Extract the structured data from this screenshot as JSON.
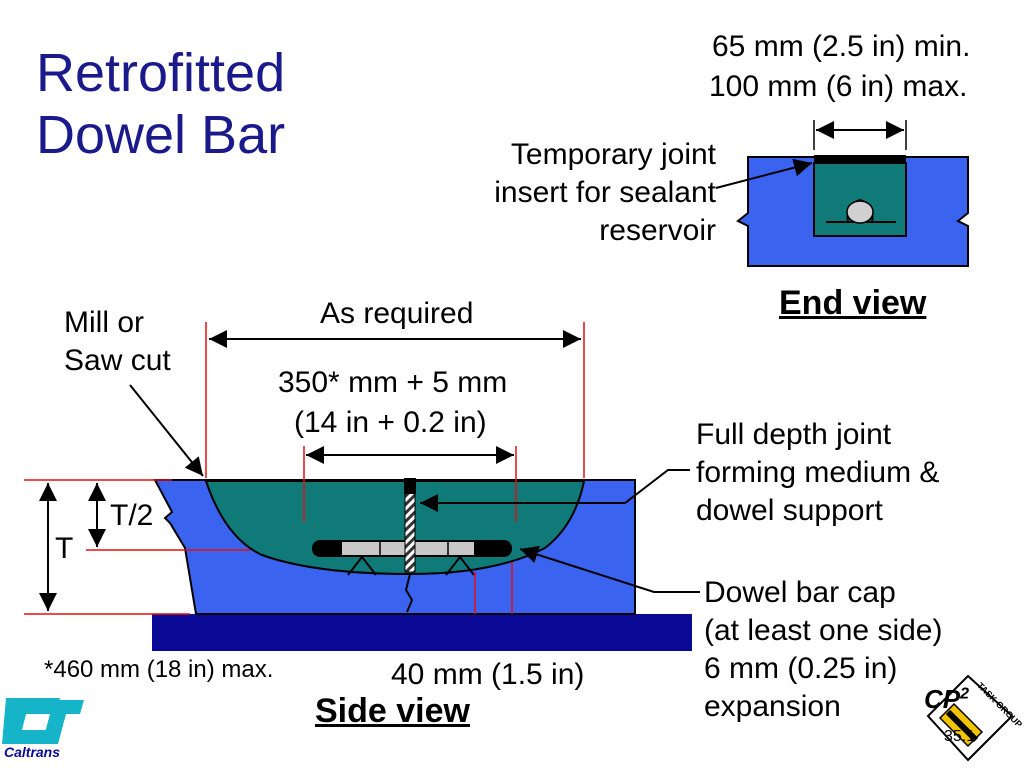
{
  "title": {
    "line1": "Retrofitted",
    "line2": "Dowel Bar"
  },
  "end_view": {
    "width_min": "65 mm (2.5 in) min.",
    "width_max": "100 mm (6 in) max.",
    "insert_label": [
      "Temporary joint",
      "insert for sealant",
      "reservoir"
    ],
    "caption": "End view"
  },
  "side_view": {
    "cut_label": [
      "Mill or",
      "Saw cut"
    ],
    "as_required": "As required",
    "dowel_length_si": "350* mm + 5 mm",
    "dowel_length_us": "(14 in +  0.2 in)",
    "medium_label": [
      "Full depth joint",
      "forming medium &",
      "dowel support"
    ],
    "half_thickness": "T/2",
    "thickness": "T",
    "cap_label": [
      "Dowel bar cap",
      "(at least one side)",
      "6 mm (0.25 in)",
      "expansion"
    ],
    "footnote": "*460 mm (18 in) max.",
    "cover": "40 mm (1.5 in)",
    "caption": "Side view"
  },
  "logos": {
    "left": "Caltrans",
    "right_main": "CP",
    "right_sup": "2",
    "right_tag": "TASK GROUP"
  },
  "page_number": "35.1",
  "colors": {
    "title": "#1a1a8c",
    "slab": "#3a63f0",
    "patch": "#0f7a78",
    "base": "#0a0a96",
    "dim_red": "#e01010"
  }
}
